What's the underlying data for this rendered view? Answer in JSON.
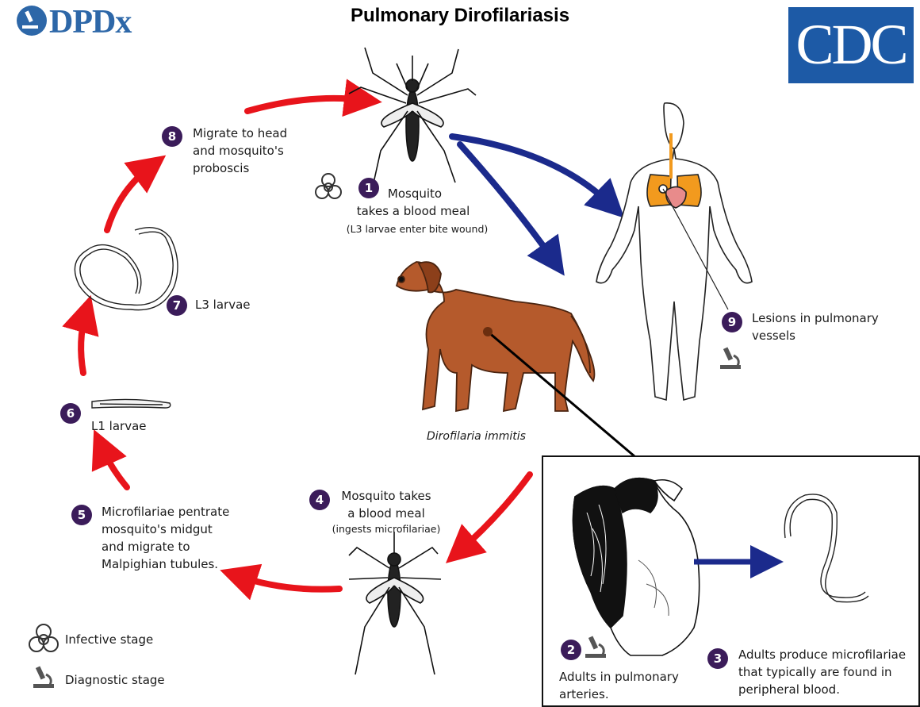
{
  "header": {
    "title": "Pulmonary Dirofilariasis",
    "dpdx_logo": "DPDx",
    "cdc_logo": "CDC"
  },
  "colors": {
    "life_cycle_arrow": "#e8141b",
    "host_arrow": "#1b2a8c",
    "badge": "#3b1c5a",
    "dog": "#b55a2c",
    "lungs": "#f29a1e",
    "heart": "#e88b8b",
    "cdc_blue": "#1d5aa6",
    "dpdx_blue": "#2d67a8"
  },
  "steps": [
    {
      "number": "1",
      "line1": "Mosquito",
      "line2": "takes a blood meal",
      "note": "(L3 larvae enter bite wound)",
      "icon": "biohazard-icon"
    },
    {
      "number": "2",
      "line1": "Adults in pulmonary",
      "line2": "arteries.",
      "icon": "microscope-icon"
    },
    {
      "number": "3",
      "line1": "Adults produce microfilariae",
      "line2": "that typically are found in",
      "line3": "peripheral blood."
    },
    {
      "number": "4",
      "line1": "Mosquito takes",
      "line2": "a blood meal",
      "note": "(ingests microfilariae)"
    },
    {
      "number": "5",
      "line1": "Microfilariae pentrate",
      "line2": "mosquito's midgut",
      "line3": "and migrate to",
      "line4": "Malpighian tubules."
    },
    {
      "number": "6",
      "line1": "L1 larvae"
    },
    {
      "number": "7",
      "line1": "L3 larvae"
    },
    {
      "number": "8",
      "line1": "Migrate to head",
      "line2": "and mosquito's",
      "line3": "proboscis"
    },
    {
      "number": "9",
      "line1": "Lesions in pulmonary",
      "line2": "vessels",
      "icon": "microscope-icon"
    }
  ],
  "species_label": "Dirofilaria immitis",
  "legend": {
    "infective": "Infective stage",
    "diagnostic": "Diagnostic stage"
  }
}
